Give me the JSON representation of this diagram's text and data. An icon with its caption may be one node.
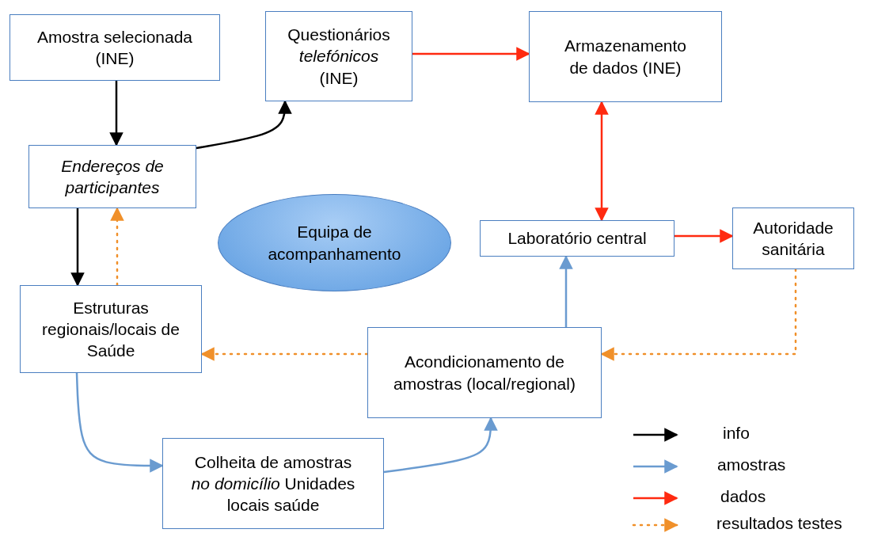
{
  "diagram": {
    "nodes": [
      {
        "text": [
          "Amostra selecionada (INE)"
        ]
      },
      {
        "text": [
          "Questionários *telefónicos* (INE)"
        ]
      },
      {
        "text": [
          "Armazenamento de dados (INE)"
        ]
      },
      {
        "text": [
          "Endereços de participantes"
        ]
      },
      {
        "text": [
          "Equipa de acompanhamento"
        ]
      },
      {
        "text": [
          "Laboratório central"
        ]
      },
      {
        "text": [
          "Autoridade sanitária"
        ]
      },
      {
        "text": [
          "Estruturas regionais/locais de Saúde"
        ]
      },
      {
        "text": [
          "Acondicionamento de amostras (local/regional)"
        ]
      },
      {
        "text": [
          "Colheita de amostras *no domicílio* Unidades locais saúde"
        ]
      }
    ],
    "edges": [
      {
        "from": 0,
        "to": 3,
        "arrow": "to",
        "color": "#000000"
      },
      {
        "from": 3,
        "to": 1,
        "arrow": "to",
        "color": "#000000"
      },
      {
        "from": 3,
        "to": 7,
        "arrow": "to",
        "color": "#000000"
      },
      {
        "from": 7,
        "to": 3,
        "arrow": "to",
        "style": "dashed",
        "color": "#f0902a"
      },
      {
        "from": 1,
        "to": 2,
        "arrow": "to",
        "color": "#ff2a10"
      },
      {
        "from": 5,
        "to": 2,
        "arrow": "both",
        "color": "#ff2a10"
      },
      {
        "from": 5,
        "to": 6,
        "arrow": "to",
        "color": "#ff2a10"
      },
      {
        "from": 8,
        "to": 5,
        "arrow": "to",
        "color": "#6a9bd0"
      },
      {
        "from": 8,
        "to": 7,
        "arrow": "to",
        "style": "dashed",
        "color": "#f0902a"
      },
      {
        "from": 6,
        "to": 8,
        "arrow": "to",
        "style": "dashed",
        "color": "#f0902a"
      },
      {
        "from": 7,
        "to": 9,
        "arrow": "to",
        "color": "#6a9bd0"
      },
      {
        "from": 9,
        "to": 8,
        "arrow": "to",
        "color": "#6a9bd0"
      }
    ],
    "legend": [
      {
        "text": "info"
      },
      {
        "text": "amostras"
      },
      {
        "text": "dados"
      },
      {
        "text": "resultados testes"
      }
    ]
  }
}
